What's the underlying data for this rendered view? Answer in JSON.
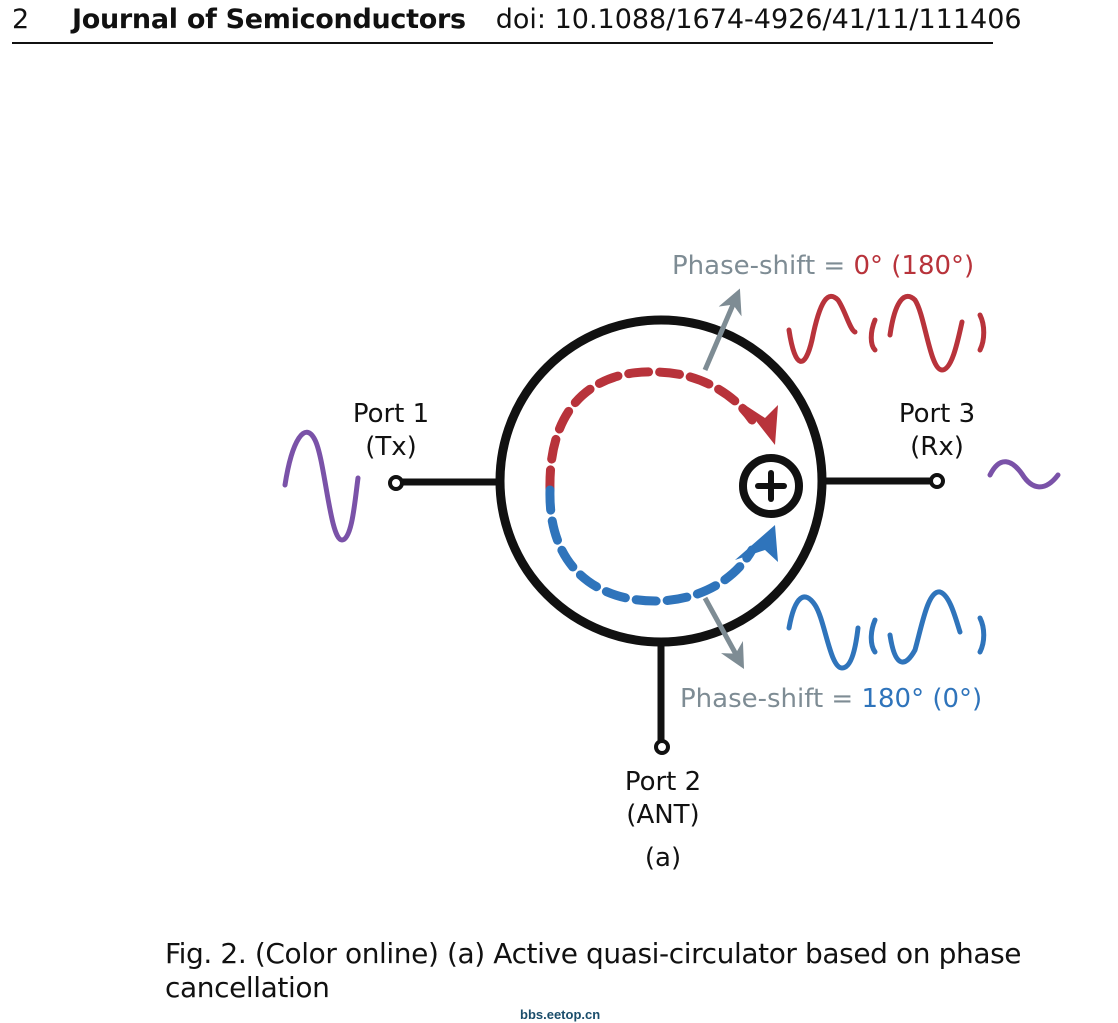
{
  "header": {
    "page_number": "2",
    "journal": "Journal of Semiconductors",
    "doi": "doi: 10.1088/1674-4926/41/11/111406"
  },
  "figure": {
    "top_label_prefix": "Phase-shift = ",
    "top_label_value": "0° (180°)",
    "bottom_label_prefix": "Phase-shift = ",
    "bottom_label_value": "180° (0°)",
    "port1": {
      "name": "Port 1",
      "role": "(Tx)"
    },
    "port2": {
      "name": "Port 2",
      "role": "(ANT)"
    },
    "port3": {
      "name": "Port 3",
      "role": "(Rx)"
    },
    "subfigure_label": "(a)",
    "colors": {
      "red": "#b8333b",
      "blue": "#2f74bb",
      "gray": "#7e8c94",
      "purple": "#7a52a8"
    }
  },
  "caption": "Fig. 2. (Color online) (a) Active quasi-circulator based on phase cancellation",
  "watermark": "bbs.eetop.cn"
}
